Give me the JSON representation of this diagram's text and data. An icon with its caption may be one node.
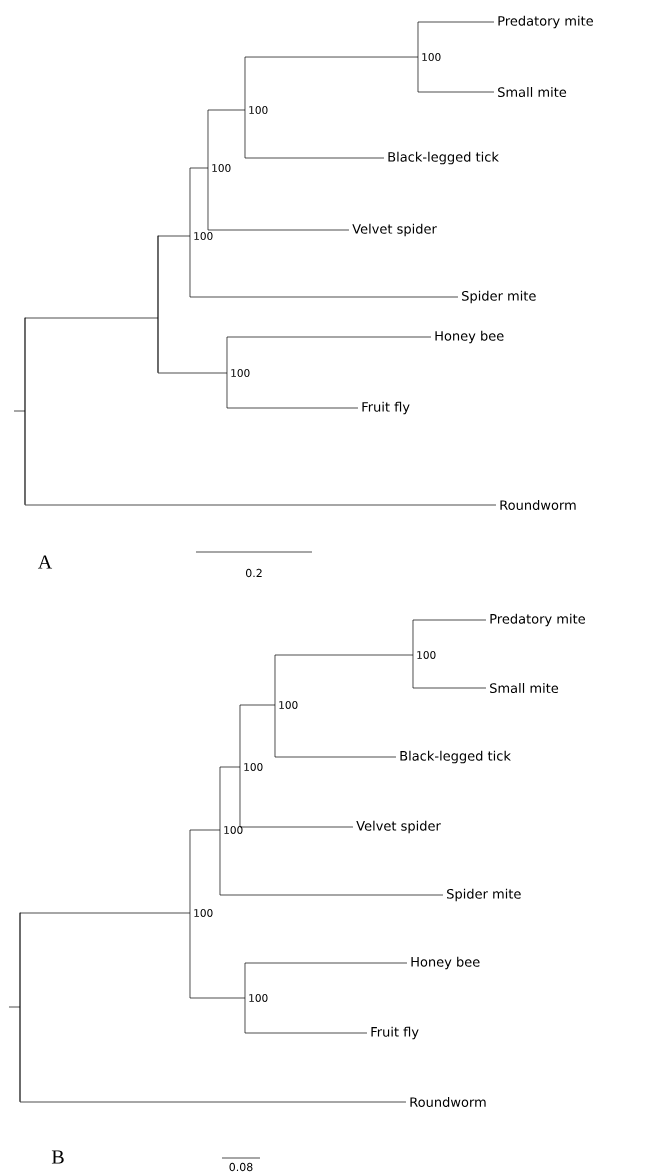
{
  "diagram": {
    "nodes": [
      {
        "text": [],
        "shape": "bar"
      },
      {
        "text": [],
        "shape": "bar"
      },
      {
        "text": [
          "100"
        ]
      },
      {
        "text": [
          "100"
        ]
      },
      {
        "text": [
          "100"
        ]
      },
      {
        "text": [
          "100"
        ]
      },
      {
        "text": [
          "Predatory mite"
        ]
      },
      {
        "text": [
          "Small mite"
        ]
      },
      {
        "text": [
          "Black-legged tick"
        ]
      },
      {
        "text": [
          "Velvet spider"
        ]
      },
      {
        "text": [
          "Spider mite"
        ]
      },
      {
        "text": [
          "100"
        ]
      },
      {
        "text": [
          "Honey bee"
        ]
      },
      {
        "text": [
          "Fruit fly"
        ]
      },
      {
        "text": [
          "Roundworm"
        ]
      },
      {
        "text": [],
        "shape": "bar"
      },
      {
        "text": [
          "100"
        ]
      },
      {
        "text": [
          "100"
        ]
      },
      {
        "text": [
          "100"
        ]
      },
      {
        "text": [
          "100"
        ]
      },
      {
        "text": [
          "100"
        ]
      },
      {
        "text": [
          "Predatory mite"
        ]
      },
      {
        "text": [
          "Small mite"
        ]
      },
      {
        "text": [
          "Black-legged tick"
        ]
      },
      {
        "text": [
          "Velvet spider"
        ]
      },
      {
        "text": [
          "Spider mite"
        ]
      },
      {
        "text": [
          "100"
        ]
      },
      {
        "text": [
          "Honey bee"
        ]
      },
      {
        "text": [
          "Fruit fly"
        ]
      },
      {
        "text": [
          "Roundworm"
        ]
      }
    ],
    "edges": [
      {
        "from": 0,
        "to": 1,
        "arrow": "none"
      },
      {
        "from": 0,
        "to": 14,
        "arrow": "none"
      },
      {
        "from": 1,
        "to": 2,
        "arrow": "none"
      },
      {
        "from": 1,
        "to": 11,
        "arrow": "none"
      },
      {
        "from": 2,
        "to": 3,
        "arrow": "none"
      },
      {
        "from": 2,
        "to": 10,
        "arrow": "none"
      },
      {
        "from": 3,
        "to": 4,
        "arrow": "none"
      },
      {
        "from": 3,
        "to": 9,
        "arrow": "none"
      },
      {
        "from": 4,
        "to": 5,
        "arrow": "none"
      },
      {
        "from": 4,
        "to": 8,
        "arrow": "none"
      },
      {
        "from": 5,
        "to": 6,
        "arrow": "none"
      },
      {
        "from": 5,
        "to": 7,
        "arrow": "none"
      },
      {
        "from": 11,
        "to": 12,
        "arrow": "none"
      },
      {
        "from": 11,
        "to": 13,
        "arrow": "none"
      },
      {
        "from": 15,
        "to": 16,
        "arrow": "none"
      },
      {
        "from": 15,
        "to": 29,
        "arrow": "none"
      },
      {
        "from": 16,
        "to": 17,
        "arrow": "none"
      },
      {
        "from": 16,
        "to": 26,
        "arrow": "none"
      },
      {
        "from": 17,
        "to": 18,
        "arrow": "none"
      },
      {
        "from": 17,
        "to": 25,
        "arrow": "none"
      },
      {
        "from": 18,
        "to": 19,
        "arrow": "none"
      },
      {
        "from": 18,
        "to": 24,
        "arrow": "none"
      },
      {
        "from": 19,
        "to": 20,
        "arrow": "none"
      },
      {
        "from": 19,
        "to": 23,
        "arrow": "none"
      },
      {
        "from": 20,
        "to": 21,
        "arrow": "none"
      },
      {
        "from": 20,
        "to": 22,
        "arrow": "none"
      },
      {
        "from": 26,
        "to": 27,
        "arrow": "none"
      },
      {
        "from": 26,
        "to": 28,
        "arrow": "none"
      }
    ],
    "labels": [
      "A",
      "0.2",
      "B",
      "0.08"
    ]
  }
}
